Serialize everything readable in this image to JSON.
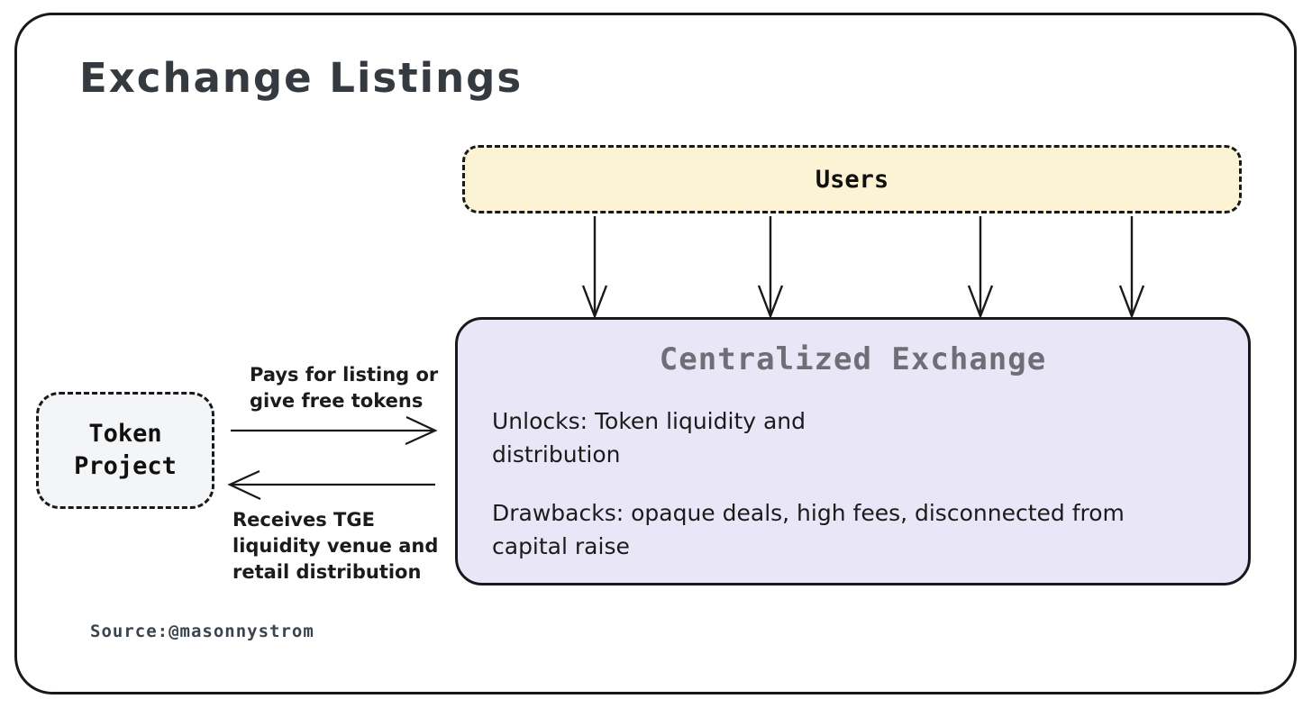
{
  "title": "Exchange Listings",
  "users_box": {
    "label": "Users"
  },
  "exchange_box": {
    "title": "Centralized Exchange",
    "unlocks": "Unlocks: Token liquidity and\ndistribution",
    "drawbacks": "Drawbacks: opaque deals, high fees, disconnected from\ncapital raise"
  },
  "token_project_box": {
    "label": "Token\nProject"
  },
  "arrow_labels": {
    "to_exchange": "Pays for listing or\ngive free tokens",
    "from_exchange": "Receives TGE\nliquidity venue and\nretail distribution"
  },
  "source": "Source:@masonnystrom",
  "colors": {
    "ink": "#1b1b1b",
    "title_ink": "#343a40",
    "exchange_title_ink": "#6e6e76",
    "users_fill": "#fcf3d4",
    "exchange_fill": "#e9e7f7",
    "token_fill": "#f4f5f7",
    "source_ink": "#3a434e",
    "stroke": "#17191c"
  }
}
